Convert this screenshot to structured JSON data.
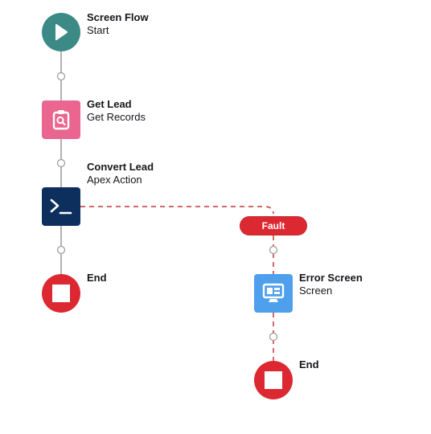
{
  "colors": {
    "start": "#3b8a86",
    "get_records": "#ea6590",
    "apex_action": "#0d2f5e",
    "screen": "#4ea0ec",
    "end": "#dc2931",
    "connector": "#999999",
    "fault_connector": "#c23934"
  },
  "main_flow": {
    "start": {
      "title": "Screen Flow",
      "subtitle": "Start",
      "icon": "play-icon"
    },
    "get_lead": {
      "title": "Get Lead",
      "subtitle": "Get Records",
      "icon": "clipboard-search-icon"
    },
    "convert_lead": {
      "title": "Convert Lead",
      "subtitle": "Apex Action",
      "icon": "terminal-prompt-icon"
    },
    "end": {
      "title": "End",
      "icon": "stop-icon"
    }
  },
  "fault_path": {
    "label": "Fault",
    "error_screen": {
      "title": "Error Screen",
      "subtitle": "Screen",
      "icon": "monitor-icon"
    },
    "end": {
      "title": "End",
      "icon": "stop-icon"
    }
  }
}
